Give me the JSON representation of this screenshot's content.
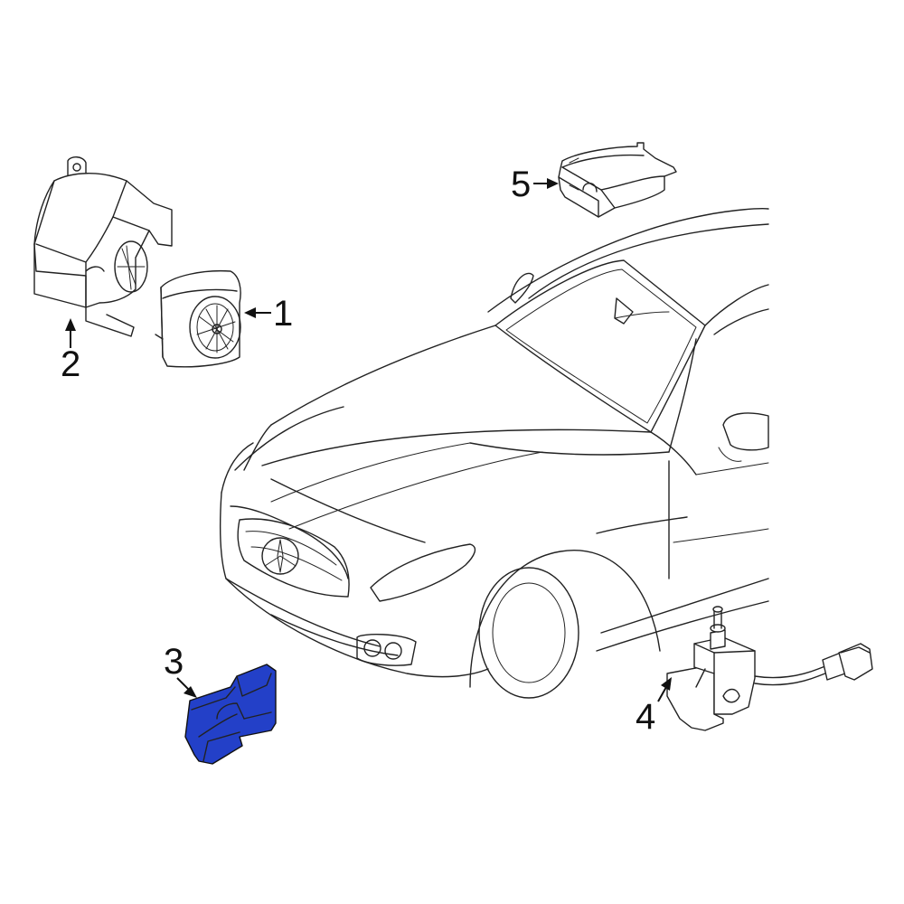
{
  "callouts": [
    {
      "label": "1"
    },
    {
      "label": "2"
    },
    {
      "label": "3"
    },
    {
      "label": "4"
    },
    {
      "label": "5"
    }
  ],
  "colors": {
    "line": "#222222",
    "highlight_part": "#2340c8",
    "background": "#ffffff"
  }
}
